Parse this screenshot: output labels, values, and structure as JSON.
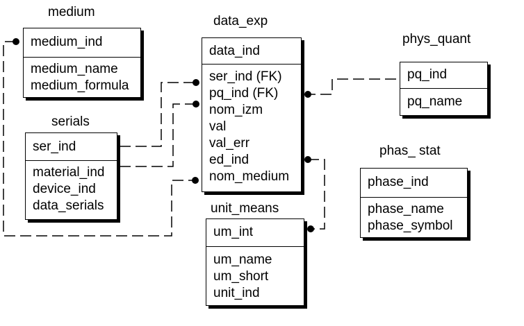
{
  "entities": {
    "medium": {
      "title": "medium",
      "pk": "medium_ind",
      "attrs": [
        "medium_name",
        "medium_formula"
      ]
    },
    "serials": {
      "title": "serials",
      "pk": "ser_ind",
      "attrs": [
        "material_ind",
        "device_ind",
        "data_serials"
      ]
    },
    "data_exp": {
      "title": "data_exp",
      "pk": "data_ind",
      "attrs": [
        "ser_ind (FK)",
        "pq_ind (FK)",
        "nom_izm",
        "val",
        "val_err",
        "ed_ind",
        "nom_medium"
      ]
    },
    "phys_quant": {
      "title": "phys_quant",
      "pk": "pq_ind",
      "attrs": [
        "pq_name"
      ]
    },
    "phas_stat": {
      "title": "phas_ stat",
      "pk": "phase_ind",
      "attrs": [
        "phase_name",
        "phase_symbol"
      ]
    },
    "unit_means": {
      "title": "unit_means",
      "pk": "um_int",
      "attrs": [
        "um_name",
        "um_short",
        "unit_ind"
      ]
    }
  }
}
